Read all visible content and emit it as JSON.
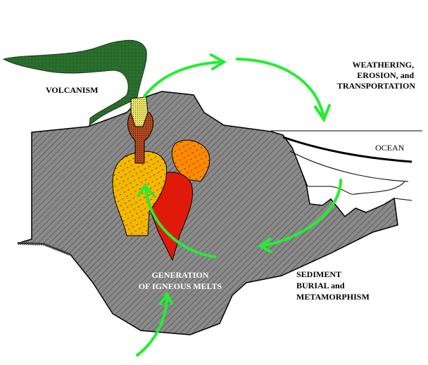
{
  "title": "Rock cycle diagram",
  "labels": {
    "volcanism": "VOLCANISM",
    "weathering": [
      "WEATHERING,",
      "EROSION, and",
      "TRANSPORTATION"
    ],
    "ocean": "OCEAN",
    "generation": [
      "GENERATION",
      "OF IGNEOUS MELTS"
    ],
    "burial": [
      "SEDIMENT",
      "BURIAL and",
      "METAMORPHISM"
    ]
  },
  "colors": {
    "crust": "#8a8a8a",
    "arrow": "#22ee33",
    "ash": "#2e7d32",
    "magma_yellow": "#f5b800",
    "magma_orange": "#ff8a00",
    "magma_red": "#e01a0a",
    "conduit": "#b5471a"
  }
}
